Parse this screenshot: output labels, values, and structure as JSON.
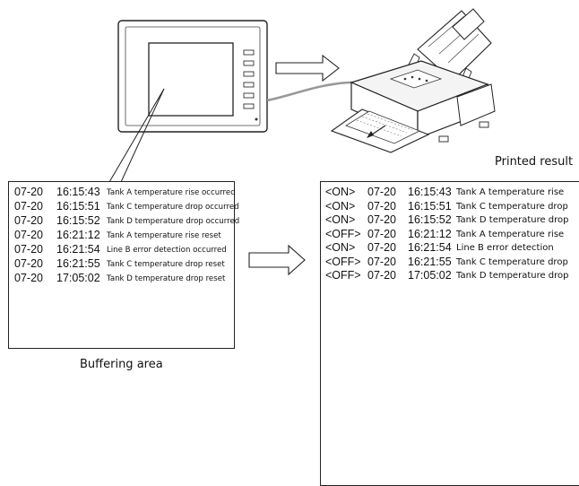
{
  "captions": {
    "printed_result": "Printed result",
    "buffering_area": "Buffering area"
  },
  "buffer_rows": [
    {
      "date": "07-20",
      "time": "16:15:43",
      "message": "Tank A temperature rise occurred"
    },
    {
      "date": "07-20",
      "time": "16:15:51",
      "message": "Tank C temperature drop occurred"
    },
    {
      "date": "07-20",
      "time": "16:15:52",
      "message": "Tank D temperature drop occurred"
    },
    {
      "date": "07-20",
      "time": "16:21:12",
      "message": "Tank A temperature rise reset"
    },
    {
      "date": "07-20",
      "time": "16:21:54",
      "message": "Line B error detection occurred"
    },
    {
      "date": "07-20",
      "time": "16:21:55",
      "message": "Tank C temperature drop reset"
    },
    {
      "date": "07-20",
      "time": "17:05:02",
      "message": "Tank D temperature drop reset"
    }
  ],
  "printed_rows": [
    {
      "status": "<ON>",
      "date": "07-20",
      "time": "16:15:43",
      "message": "Tank A temperature rise"
    },
    {
      "status": "<ON>",
      "date": "07-20",
      "time": "16:15:51",
      "message": "Tank C temperature drop"
    },
    {
      "status": "<ON>",
      "date": "07-20",
      "time": "16:15:52",
      "message": "Tank D temperature drop"
    },
    {
      "status": "<OFF>",
      "date": "07-20",
      "time": "16:21:12",
      "message": "Tank A temperature rise"
    },
    {
      "status": "<ON>",
      "date": "07-20",
      "time": "16:21:54",
      "message": "Line B error detection"
    },
    {
      "status": "<OFF>",
      "date": "07-20",
      "time": "16:21:55",
      "message": "Tank C temperature drop"
    },
    {
      "status": "<OFF>",
      "date": "07-20",
      "time": "17:05:02",
      "message": "Tank D temperature drop"
    }
  ]
}
